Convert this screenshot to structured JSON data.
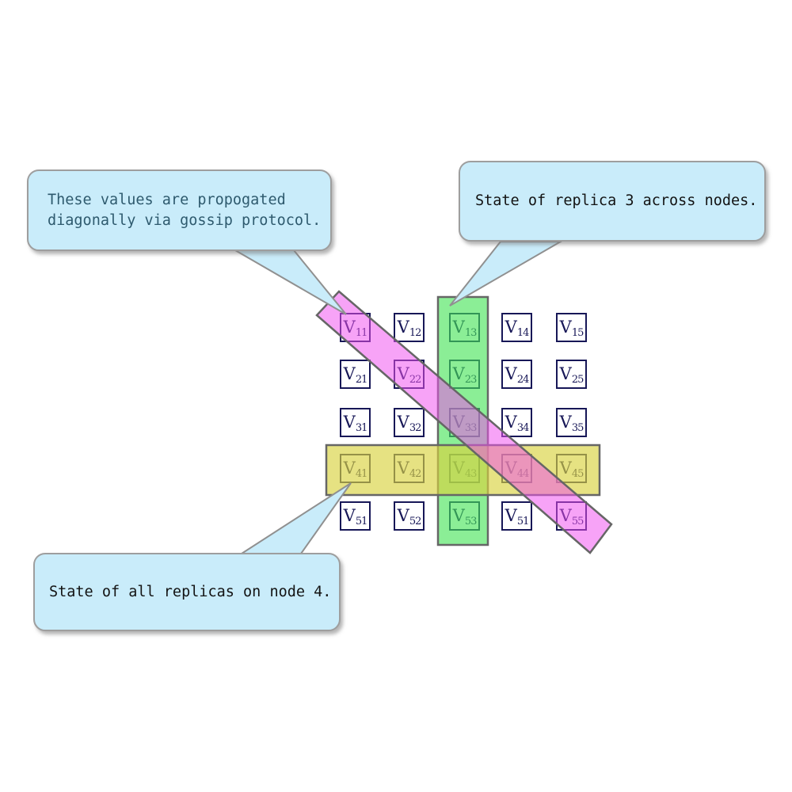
{
  "callouts": {
    "diagonal": {
      "line1": "These values are propogated",
      "line2": "diagonally via gossip protocol.",
      "text_color": "#2e5a6e"
    },
    "column": {
      "text": "State of replica 3 across nodes.",
      "text_color": "#131313"
    },
    "row": {
      "text": "State of all replicas on node 4.",
      "text_color": "#131313"
    }
  },
  "matrix": {
    "symbol": "V",
    "subscripts": [
      [
        "11",
        "12",
        "13",
        "14",
        "15"
      ],
      [
        "21",
        "22",
        "23",
        "24",
        "25"
      ],
      [
        "31",
        "32",
        "33",
        "34",
        "35"
      ],
      [
        "41",
        "42",
        "43",
        "44",
        "45"
      ],
      [
        "51",
        "52",
        "53",
        "51",
        "55"
      ]
    ]
  },
  "highlights": {
    "column_band": {
      "meaning": "replica 3 across nodes",
      "color": "#44e455",
      "opacity": 0.62
    },
    "row_band": {
      "meaning": "all replicas on node 4",
      "color": "#d8d23f",
      "opacity": 0.65
    },
    "diagonal_band": {
      "meaning": "values propagated diagonally via gossip",
      "color": "#f04fef",
      "opacity": 0.52
    }
  },
  "colors": {
    "bubble_fill": "#c9ecfa",
    "bubble_border": "#9e9e9e",
    "band_stroke": "#666666",
    "tail_stroke": "#909090",
    "cell_border": "#171757",
    "cell_text": "#171757"
  }
}
